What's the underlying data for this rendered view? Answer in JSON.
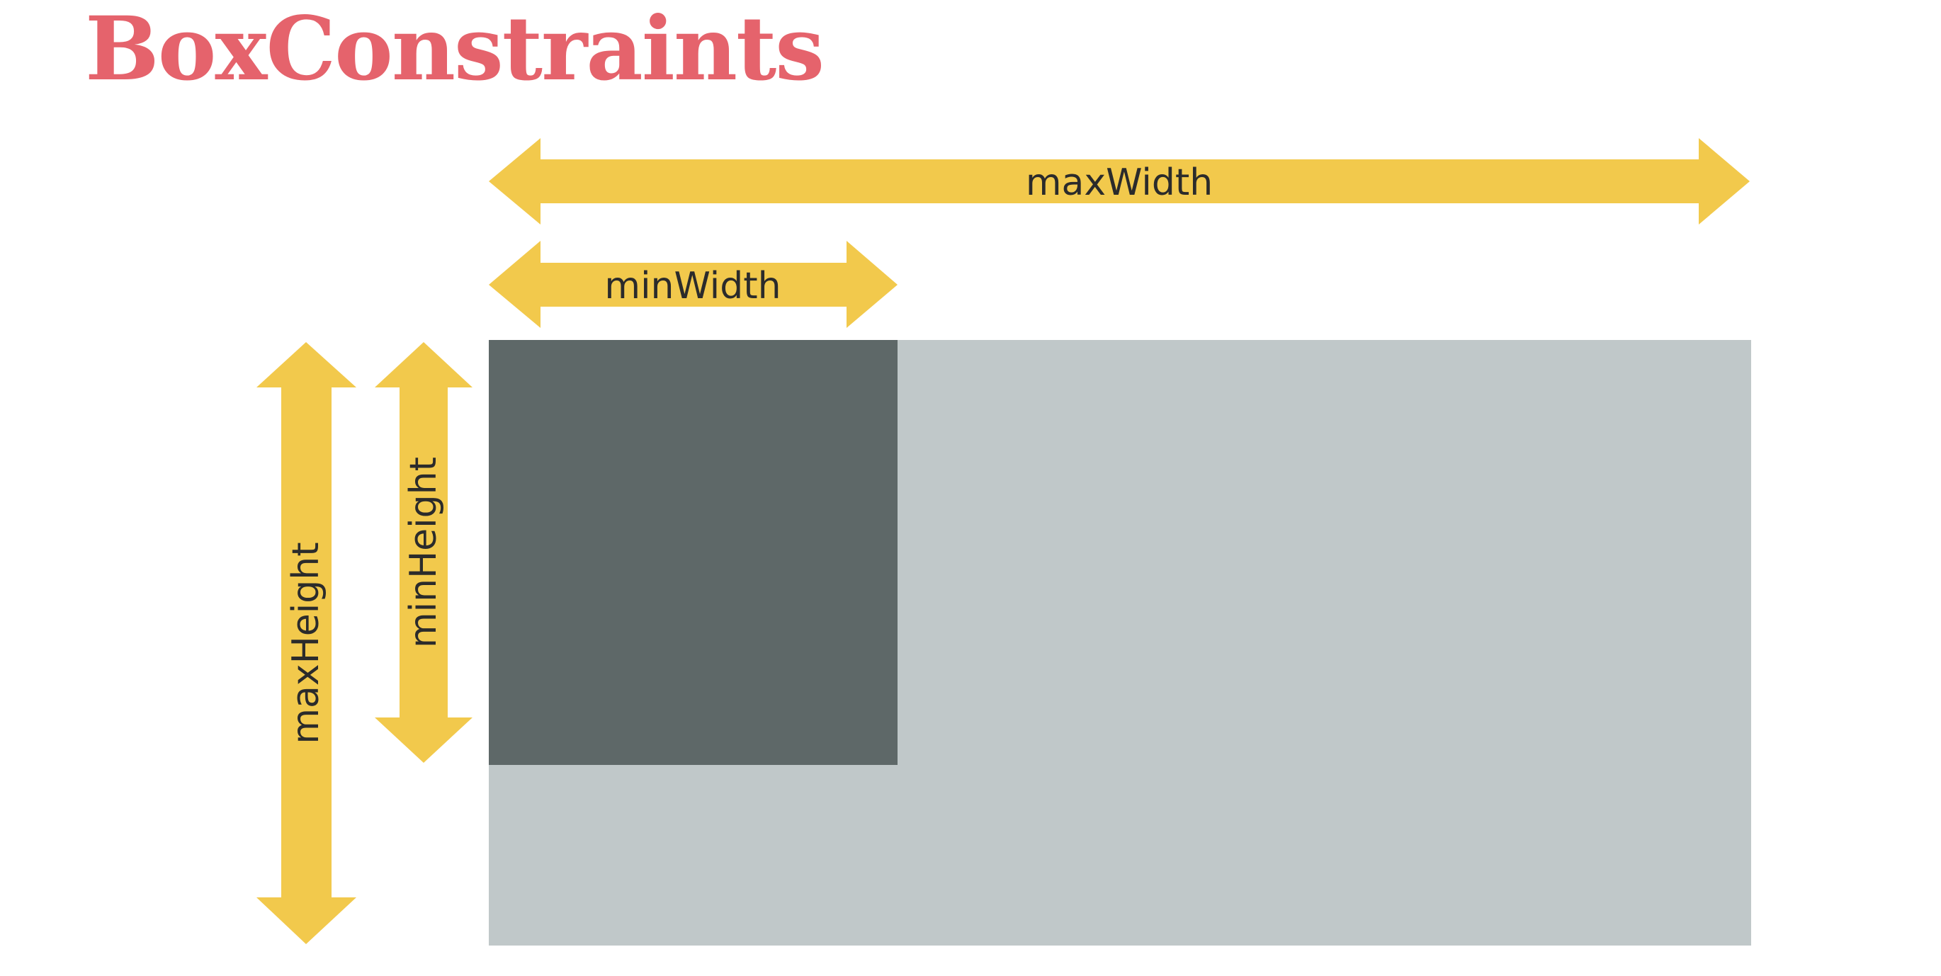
{
  "title": "BoxConstraints",
  "colors": {
    "title": "#e5636c",
    "arrow": "#f2c94c",
    "outer_box": "#c0c8c9",
    "inner_box": "#5e6868",
    "label": "#2b2b2b"
  },
  "labels": {
    "max_width": "maxWidth",
    "min_width": "minWidth",
    "max_height": "maxHeight",
    "min_height": "minHeight"
  }
}
